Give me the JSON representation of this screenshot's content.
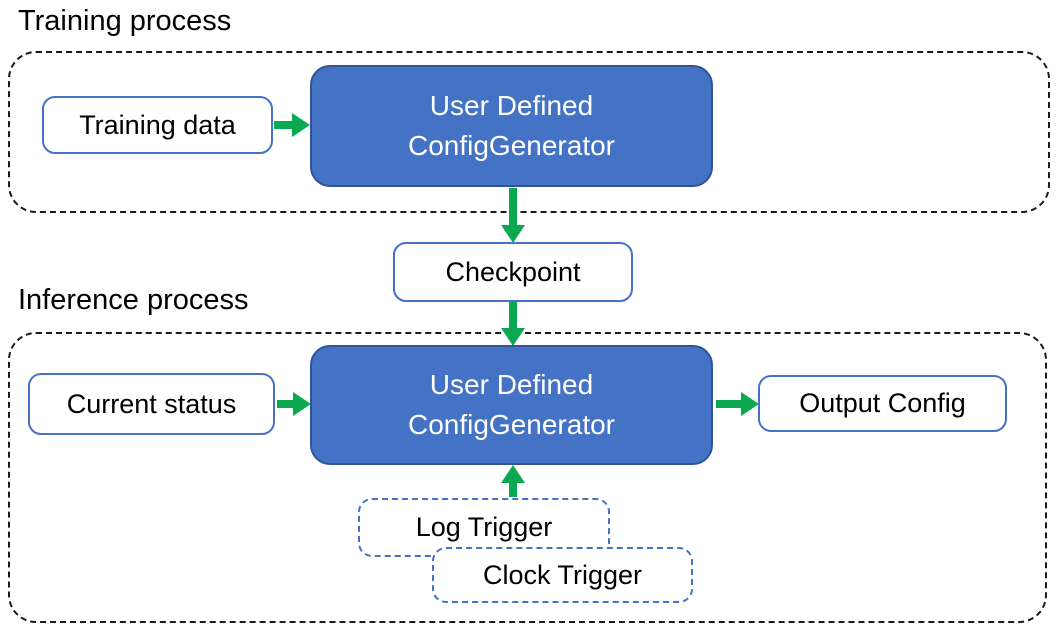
{
  "colors": {
    "accent_blue": "#4472C4",
    "fill_blue": "#4472C4",
    "fill_border": "#2F5597",
    "arrow_green": "#0AA850",
    "container_border": "#1a1a1a",
    "box_text": "#ffffff",
    "label_text": "#000000"
  },
  "training": {
    "label": "Training process",
    "input": "Training data",
    "generator": {
      "line1": "User Defined",
      "line2": "ConfigGenerator"
    }
  },
  "checkpoint": {
    "label": "Checkpoint"
  },
  "inference": {
    "label": "Inference process",
    "input": "Current status",
    "generator": {
      "line1": "User Defined",
      "line2": "ConfigGenerator"
    },
    "output": "Output Config",
    "triggers": [
      "Log Trigger",
      "Clock Trigger"
    ]
  }
}
